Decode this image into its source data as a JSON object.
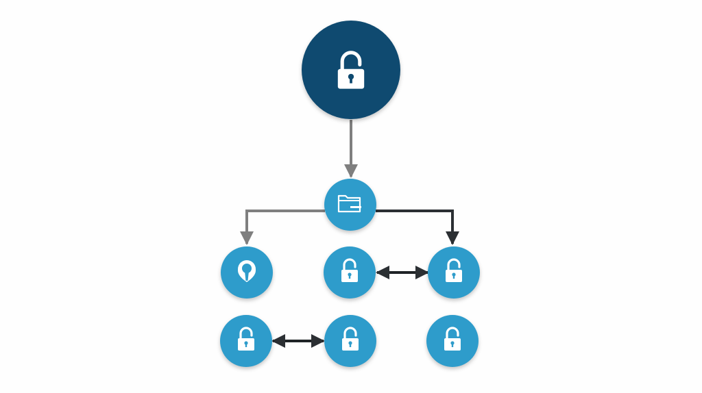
{
  "colors": {
    "background": "#fefefe",
    "root_fill": "#0f4a70",
    "node_fill": "#2e9ccb",
    "icon_fill": "#ffffff",
    "gray_connector": "#7f7f7f",
    "dark_connector": "#2b2f33"
  },
  "diagram": {
    "root": {
      "icon": "padlock-open-icon"
    },
    "hub": {
      "icon": "folder-icon"
    },
    "nodes": [
      {
        "id": "node-1",
        "icon": "shield-keyhole-icon"
      },
      {
        "id": "node-2",
        "icon": "padlock-open-icon"
      },
      {
        "id": "node-3",
        "icon": "padlock-open-icon"
      },
      {
        "id": "node-4",
        "icon": "padlock-open-icon"
      },
      {
        "id": "node-5",
        "icon": "padlock-open-icon"
      },
      {
        "id": "node-6",
        "icon": "padlock-open-icon"
      }
    ],
    "connections": [
      {
        "from": "root",
        "to": "hub",
        "style": "gray",
        "arrow": "end"
      },
      {
        "from": "hub",
        "to": "node-1",
        "style": "gray",
        "arrow": "end"
      },
      {
        "from": "hub",
        "to": "node-3",
        "style": "dark",
        "arrow": "end"
      },
      {
        "from": "node-2",
        "to": "node-3",
        "style": "dark",
        "arrow": "both"
      },
      {
        "from": "node-4",
        "to": "node-5",
        "style": "dark",
        "arrow": "both"
      }
    ]
  }
}
